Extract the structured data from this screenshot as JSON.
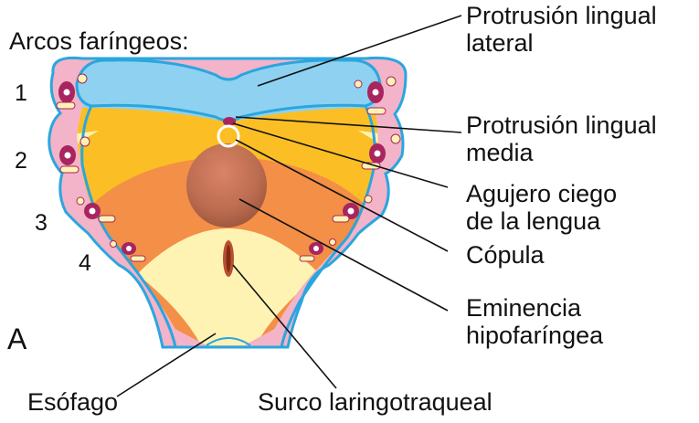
{
  "figure": {
    "arches_title": "Arcos faríngeos:",
    "panel_letter": "A",
    "arch_numbers": [
      "1",
      "2",
      "3",
      "4"
    ],
    "labels": {
      "protrusion_lateral": [
        "Protrusión lingual",
        "lateral"
      ],
      "protrusion_media": [
        "Protrusión lingual",
        "media"
      ],
      "agujero_ciego": [
        "Agujero ciego",
        "de la lengua"
      ],
      "copula": "Cópula",
      "eminencia": [
        "Eminencia",
        "hipofaríngea"
      ],
      "esofago": "Esófago",
      "surco": "Surco laringotraqueal"
    }
  },
  "colors": {
    "pink_tissue": "#f3b3c8",
    "outline_blue": "#2aa6df",
    "arch1_blue": "#8fd1f0",
    "arch2_yellow": "#fbbf25",
    "arch3_orange": "#f2894a",
    "arch4_brown": "#d26a3c",
    "hypopharyngeal": "#c97a5e",
    "pale_yellow": "#fff3b4",
    "vessel_purple": "#a8255f"
  }
}
